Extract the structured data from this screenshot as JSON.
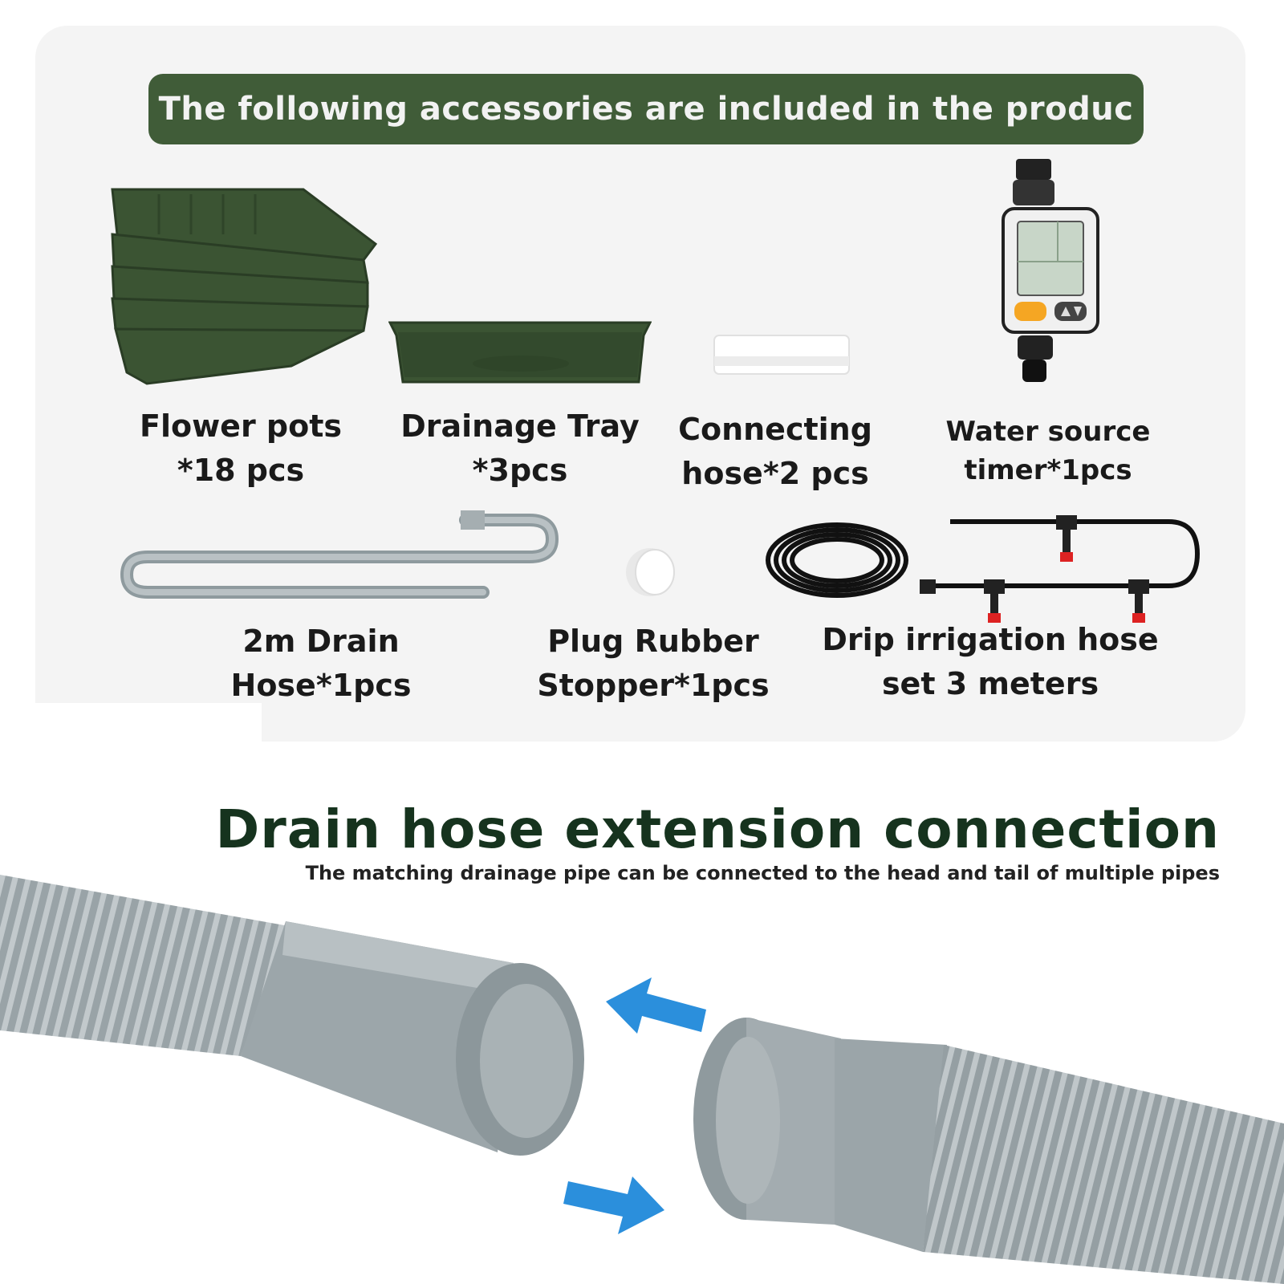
{
  "banner": {
    "text": "The following accessories are included in the produc"
  },
  "items": [
    {
      "line1": "Flower pots",
      "line2": "*18 pcs"
    },
    {
      "line1": "Drainage Tray",
      "line2": "*3pcs"
    },
    {
      "line1": "Connecting",
      "line2": "hose*2 pcs"
    },
    {
      "line1": "Water source",
      "line2": "timer*1pcs"
    },
    {
      "line1": "2m Drain",
      "line2": "Hose*1pcs"
    },
    {
      "line1": "Plug Rubber",
      "line2": "Stopper*1pcs"
    },
    {
      "line1": "Drip irrigation hose",
      "line2": "set 3 meters"
    }
  ],
  "section": {
    "title": "Drain hose extension connection",
    "subtitle": "The matching drainage pipe can be connected to the head and tail of multiple pipes"
  },
  "colors": {
    "banner": "#405c38",
    "pot_green": "#3b5433",
    "pipe_gray": "#9aa4a8",
    "arrow_blue": "#2b8fdc",
    "title": "#16331e"
  },
  "icons": [
    "flower-pot-stack",
    "drainage-tray",
    "connecting-hose",
    "water-timer",
    "drain-hose",
    "rubber-plug",
    "hose-coil",
    "drip-set",
    "arrow-left",
    "arrow-right"
  ]
}
